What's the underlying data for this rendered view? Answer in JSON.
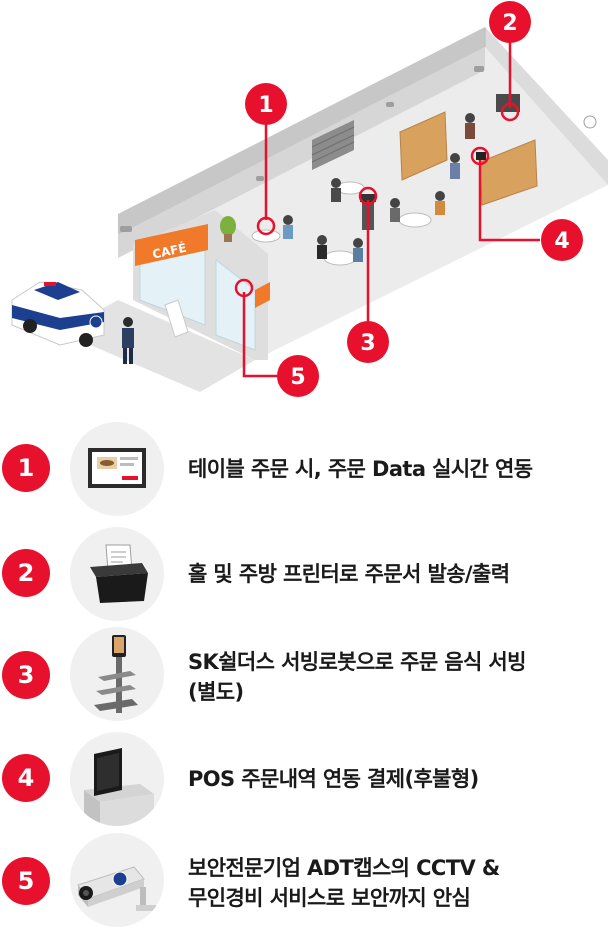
{
  "scene": {
    "sign_label": "CAFÉ",
    "markers": [
      {
        "number": "1"
      },
      {
        "number": "2"
      },
      {
        "number": "3"
      },
      {
        "number": "4"
      },
      {
        "number": "5"
      }
    ]
  },
  "legend": [
    {
      "number": "1",
      "icon": "tablet-order-icon",
      "lines": [
        "테이블 주문 시, 주문 Data 실시간 연동"
      ]
    },
    {
      "number": "2",
      "icon": "receipt-printer-icon",
      "lines": [
        "홀 및 주방 프린터로 주문서 발송/출력"
      ]
    },
    {
      "number": "3",
      "icon": "serving-robot-icon",
      "lines": [
        "SK쉴더스 서빙로봇으로 주문 음식 서빙",
        "(별도)"
      ]
    },
    {
      "number": "4",
      "icon": "pos-terminal-icon",
      "lines": [
        "POS 주문내역 연동 결제(후불형)"
      ]
    },
    {
      "number": "5",
      "icon": "cctv-camera-icon",
      "lines": [
        "보안전문기업 ADT캡스의 CCTV &",
        "무인경비 서비스로 보안까지 안심"
      ]
    }
  ],
  "colors": {
    "accent": "#e8112d",
    "cafe_orange": "#f07a2a",
    "police_blue": "#1d3f8f"
  }
}
